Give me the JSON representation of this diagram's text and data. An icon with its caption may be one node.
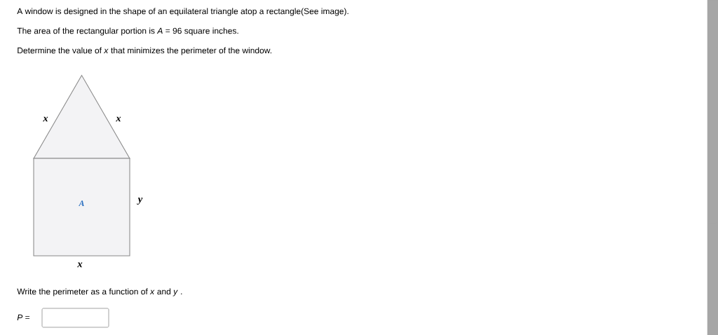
{
  "diagram": {
    "nodes": [
      {
        "text": [],
        "shape": "triangle"
      },
      {
        "text": [
          "A"
        ]
      }
    ],
    "labels": [
      "A window is designed in the shape of an equilateral triangle atop a rectangle(See image).",
      "The area of the rectangular portion is *A* = 96 square inches.",
      "Determine the value of *x* that minimizes the perimeter of the window.",
      "x",
      "x",
      "y",
      "x",
      "Write the perimeter as a function of *x* and *y* .",
      "*P* ="
    ]
  }
}
